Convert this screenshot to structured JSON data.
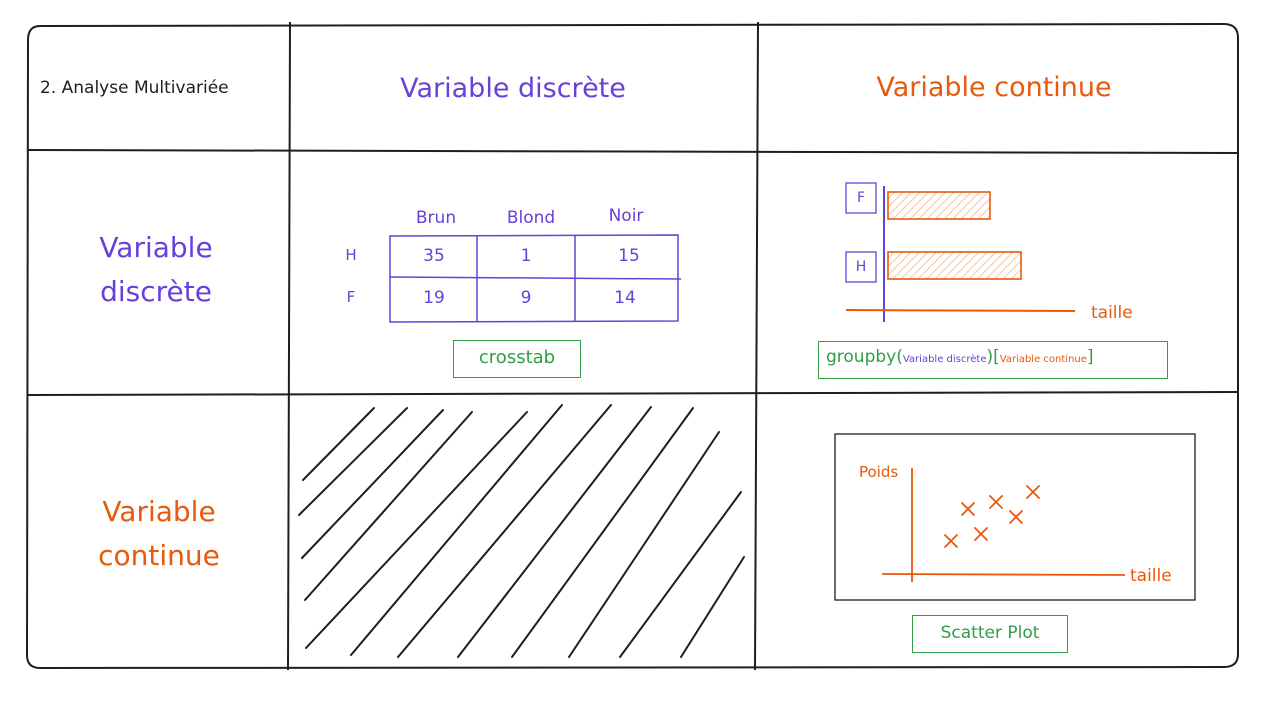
{
  "corner_title": "2. Analyse Multivariée",
  "col_headers": [
    "Variable discrète",
    "Variable continue"
  ],
  "row_headers": [
    {
      "line1": "Variable",
      "line2": "discrète"
    },
    {
      "line1": "Variable",
      "line2": "continue"
    }
  ],
  "crosstab": {
    "columns": [
      "Brun",
      "Blond",
      "Noir"
    ],
    "rows": [
      {
        "label": "H",
        "values": [
          "35",
          "1",
          "15"
        ]
      },
      {
        "label": "F",
        "values": [
          "19",
          "9",
          "14"
        ]
      }
    ],
    "method": "crosstab"
  },
  "groupby": {
    "bars": [
      {
        "label": "F",
        "value": 1.0
      },
      {
        "label": "H",
        "value": 1.3
      }
    ],
    "axis_label": "taille",
    "method_prefix": "groupby(",
    "method_arg1": "Variable discrète",
    "method_mid": ")[",
    "method_arg2": "Variable continue",
    "method_suffix": "]"
  },
  "scatter": {
    "ylabel": "Poids",
    "xlabel": "taille",
    "method": "Scatter Plot"
  },
  "colors": {
    "ink": "#1e1e1e",
    "discrete": "#6741d9",
    "continuous": "#e8590c",
    "method": "#2f9e44",
    "bar_fill": "#ffd8a8"
  }
}
